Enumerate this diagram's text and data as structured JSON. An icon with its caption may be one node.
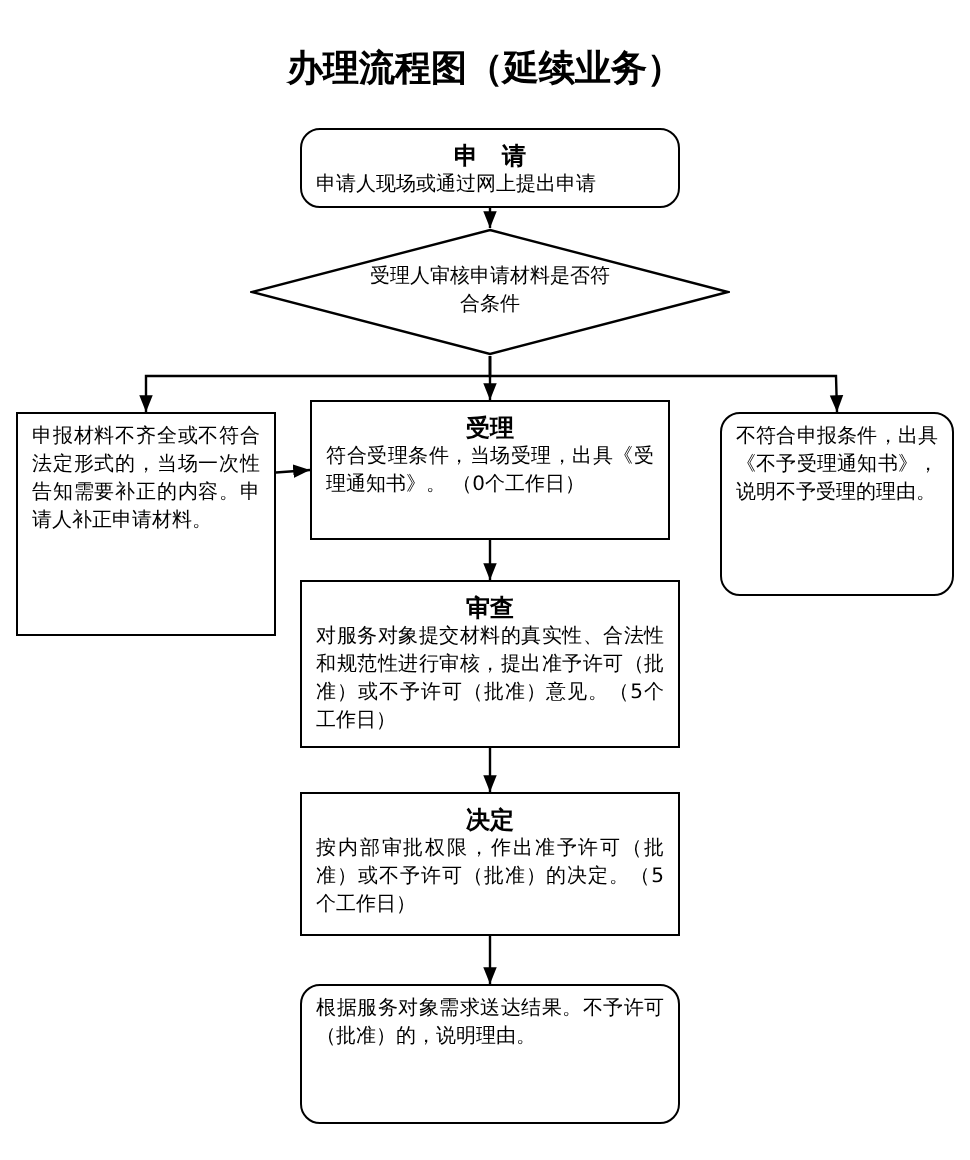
{
  "diagram": {
    "title": "办理流程图（延续业务）",
    "nodes": [
      {
        "text": [
          "申　请",
          "申请人现场或通过网上提出申请"
        ]
      },
      {
        "text": [
          "受理人审核申请材料是否符合条件"
        ]
      },
      {
        "text": [
          "申报材料不齐全或不符合法定形式的，当场一次性告知需要补正的内容。申请人补正申请材料。"
        ]
      },
      {
        "text": [
          "受理",
          "符合受理条件，当场受理，出具《受理通知书》。 （0个工作日）"
        ]
      },
      {
        "text": [
          "不符合申报条件，出具《不予受理通知书》，说明不予受理的理由。"
        ]
      },
      {
        "text": [
          "审查",
          "对服务对象提交材料的真实性、合法性和规范性进行审核，提出准予许可（批准）或不予许可（批准）意见。（5个工作日）"
        ]
      },
      {
        "text": [
          "决定",
          "按内部审批权限，作出准予许可（批准）或不予许可（批准）的决定。（5个工作日）"
        ]
      },
      {
        "text": [
          "根据服务对象需求送达结果。不予许可（批准）的，说明理由。"
        ]
      }
    ],
    "edges": [
      {
        "from": 0,
        "to": 1,
        "arrow": "to"
      },
      {
        "from": 1,
        "to": 2,
        "arrow": "to"
      },
      {
        "from": 1,
        "to": 3,
        "arrow": "to"
      },
      {
        "from": 1,
        "to": 4,
        "arrow": "to"
      },
      {
        "from": 2,
        "to": 3,
        "arrow": "to"
      },
      {
        "from": 3,
        "to": 5,
        "arrow": "to"
      },
      {
        "from": 5,
        "to": 6,
        "arrow": "to"
      },
      {
        "from": 6,
        "to": 7,
        "arrow": "to"
      }
    ]
  }
}
